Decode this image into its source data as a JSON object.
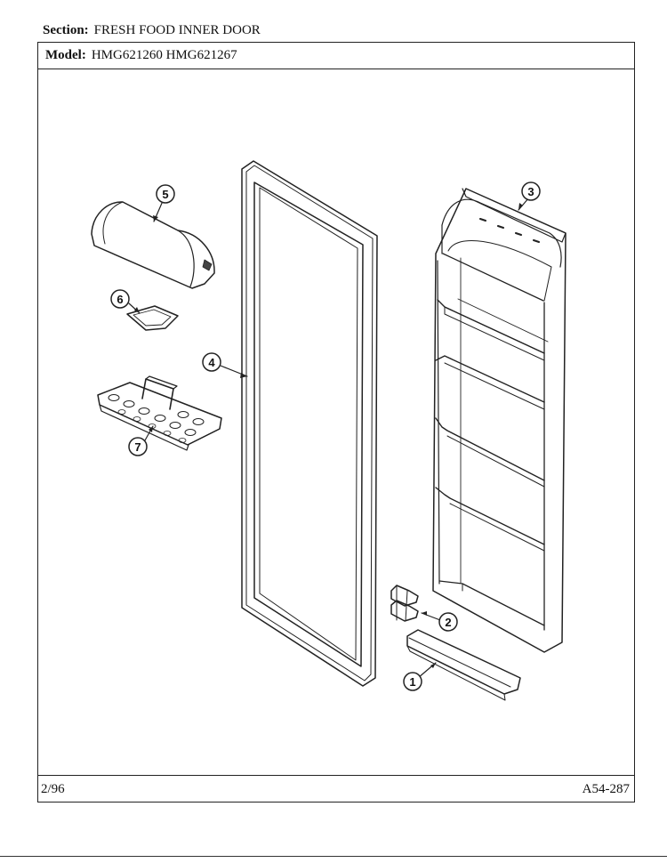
{
  "header": {
    "section_label": "Section:",
    "section_value": "FRESH FOOD INNER DOOR",
    "model_label": "Model:",
    "model_value": "HMG621260 HMG621267"
  },
  "footer": {
    "date": "2/96",
    "drawing_number": "A54-287"
  },
  "callouts": [
    "1",
    "2",
    "3",
    "4",
    "5",
    "6",
    "7"
  ]
}
